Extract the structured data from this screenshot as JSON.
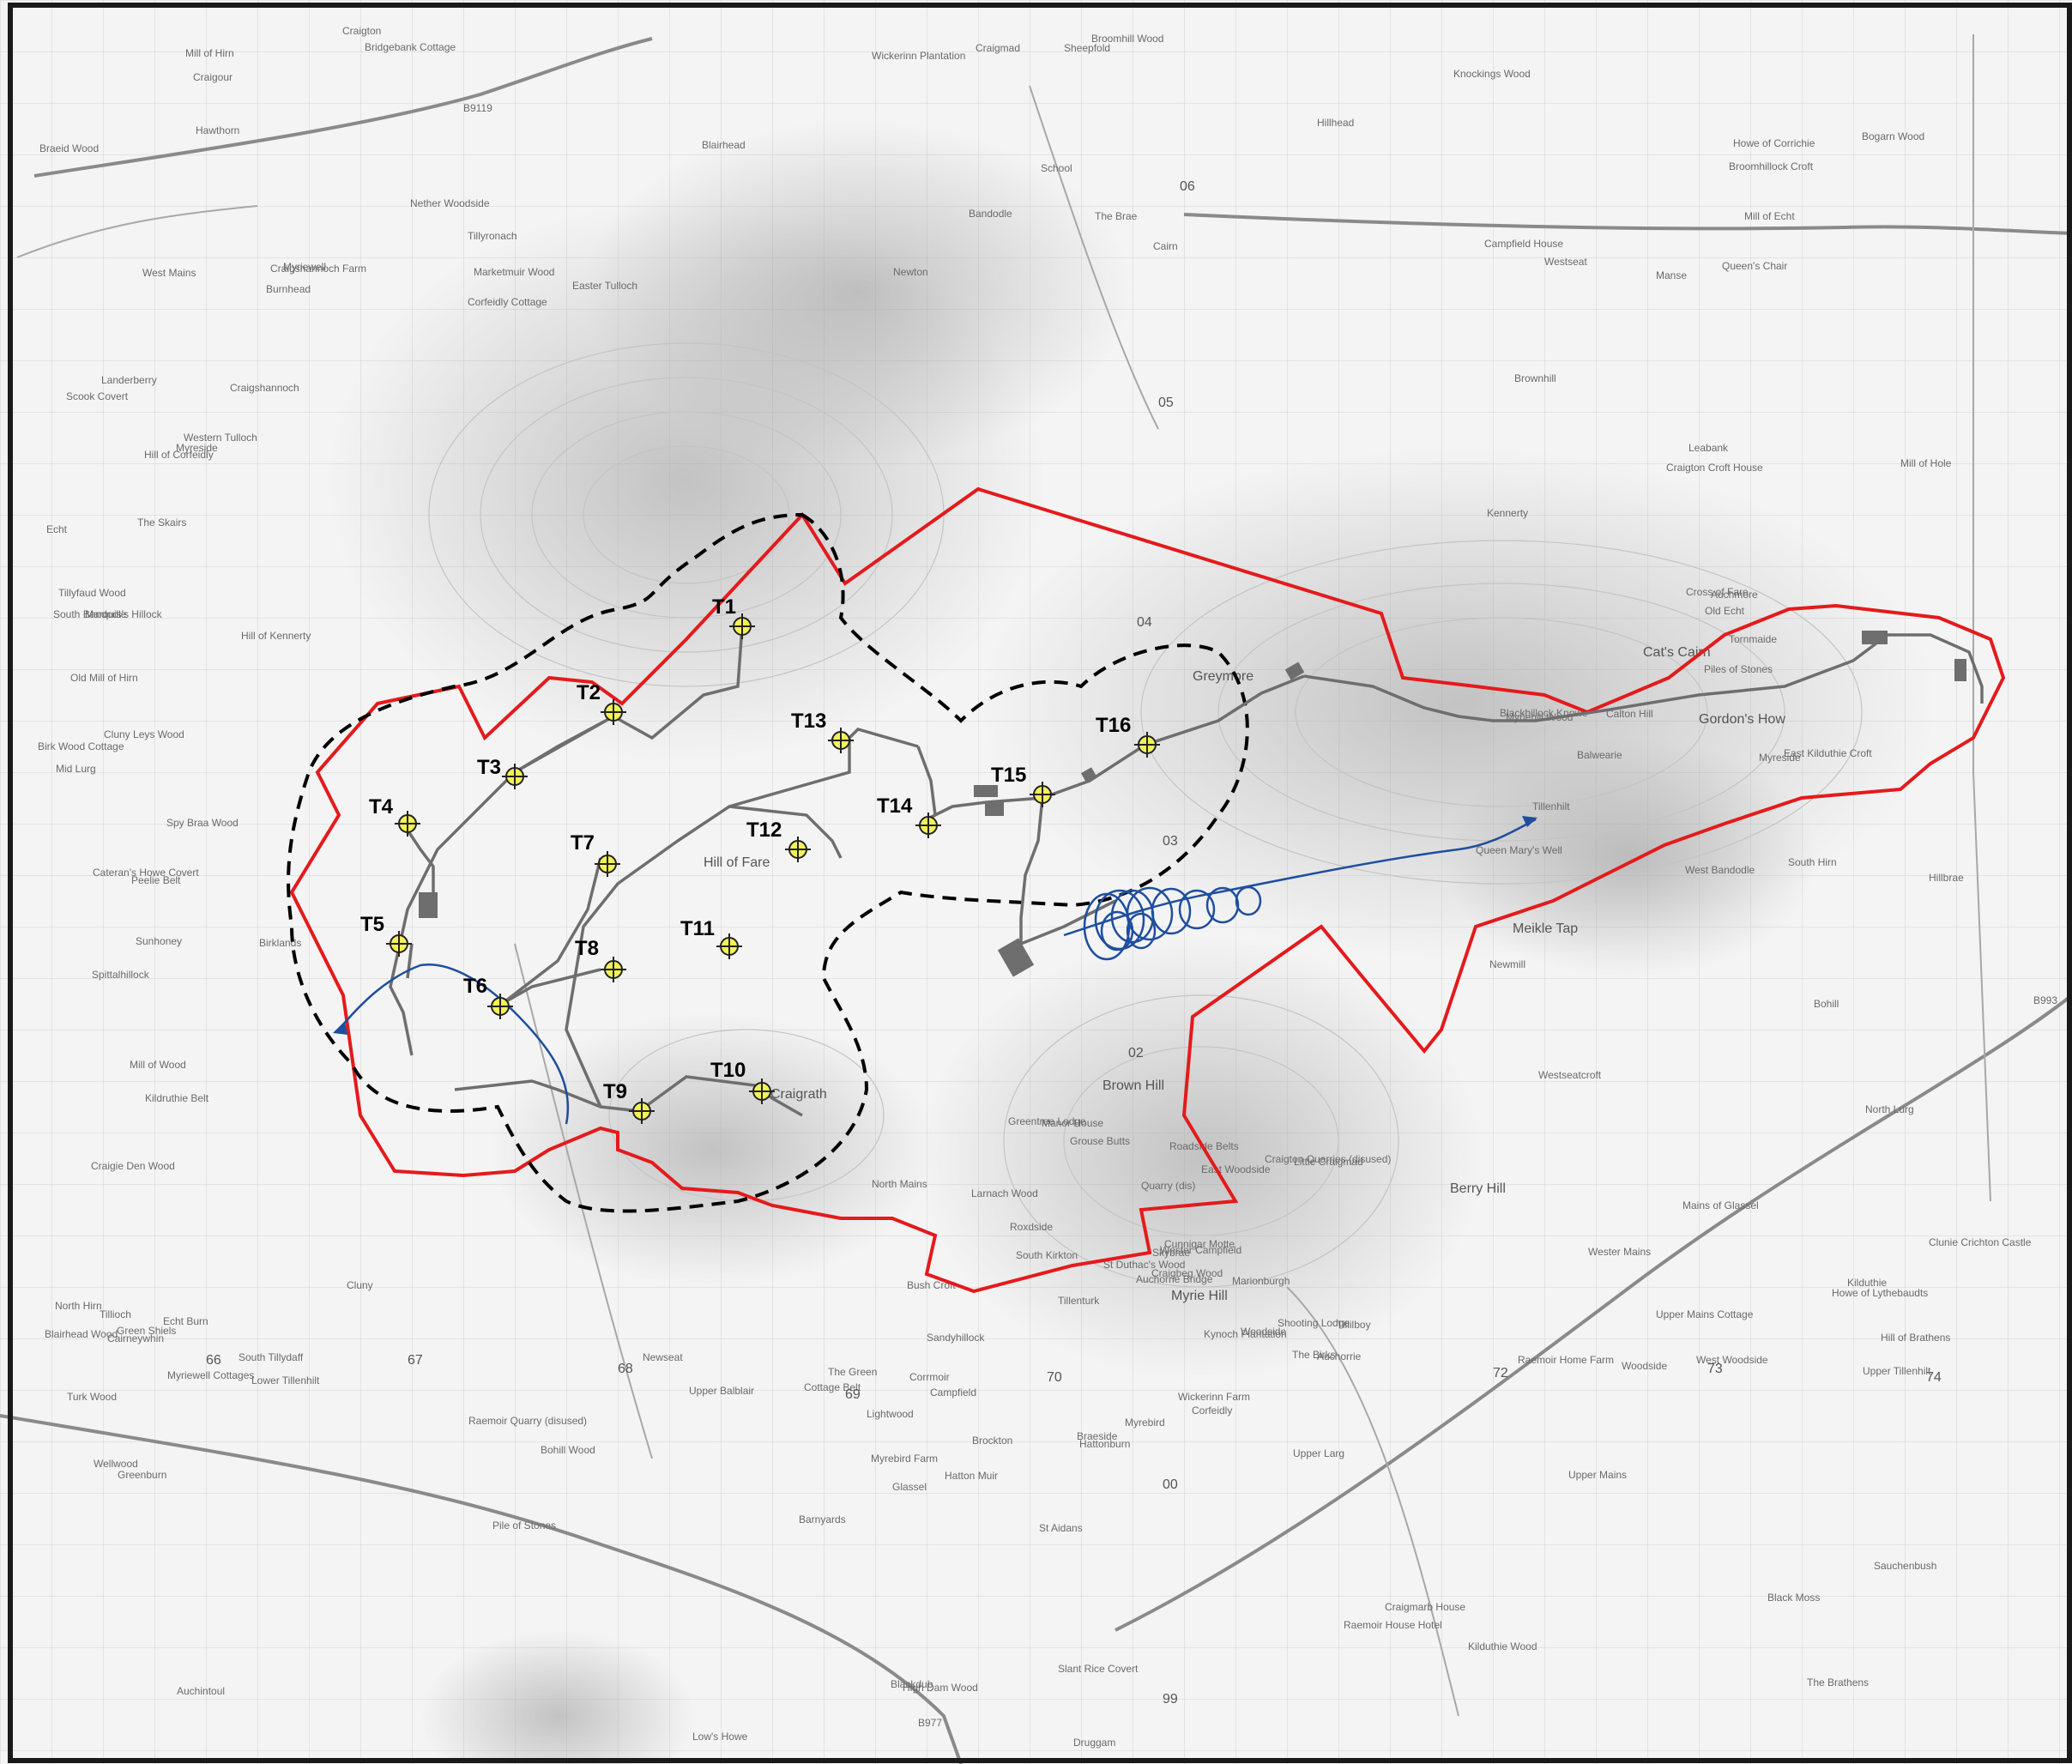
{
  "colors": {
    "site_boundary": "#e41a1c",
    "buffer": "#000000",
    "turbine_fill": "#f2f25a",
    "track": "#6e6e6e",
    "watercourse": "#1f4e9e",
    "compound": "#6e6e6e"
  },
  "turbines": [
    {
      "label": "T1"
    },
    {
      "label": "T2"
    },
    {
      "label": "T3"
    },
    {
      "label": "T4"
    },
    {
      "label": "T5"
    },
    {
      "label": "T6"
    },
    {
      "label": "T7"
    },
    {
      "label": "T8"
    },
    {
      "label": "T9"
    },
    {
      "label": "T10"
    },
    {
      "label": "T11"
    },
    {
      "label": "T12"
    },
    {
      "label": "T13"
    },
    {
      "label": "T14"
    },
    {
      "label": "T15"
    },
    {
      "label": "T16"
    }
  ],
  "hill_names": [
    "Hill of Fare",
    "Brown Hill",
    "Berry Hill",
    "Myrie Hill",
    "Meikle Tap",
    "Cat's Cairn",
    "Gordon's How",
    "Greymore",
    "Craigrath"
  ],
  "place_names": [
    "Bandodle",
    "South Bandodle",
    "West Bandodle",
    "Auchintoul",
    "Skybrae",
    "Easter Tulloch",
    "Western Tulloch",
    "Auchmore",
    "Auchorrie",
    "Auchorrie Bridge",
    "Bridgebank Cottage",
    "Lower Tillenhilt",
    "Tillenhilt",
    "Upper Tillenhilt",
    "Tillenturk",
    "Hillhead",
    "Turk Wood",
    "Cross of Fare",
    "Braeside",
    "Corrmoir",
    "Blairhead",
    "Blairhead Wood",
    "Wester Mains",
    "Campfield",
    "Wester Campfield",
    "Campfield House",
    "Tillyfaud Wood",
    "Leabank",
    "Greenburn",
    "Kynoch Plantation",
    "Bogarn Wood",
    "Peelie Belt",
    "Mains of Glassel",
    "Glassel",
    "Larnach Wood",
    "Knockings Wood",
    "Craigie Den Wood",
    "Hill of Brathens",
    "The Brathens",
    "Woodside",
    "Broomhill Wood",
    "Cluny Leys Wood",
    "Balwearie",
    "Raemoir House Hotel",
    "Brockton",
    "Braeid Wood",
    "Spy Braa Wood",
    "Raemoir Home Farm",
    "High Dam Wood",
    "Craigbeg Wood",
    "Burnhead",
    "Hill of Kennerty",
    "Kennerty",
    "Craigmarb House",
    "Corfeidly",
    "Corfeidly Cottage",
    "Scook Covert",
    "Brownhill",
    "Slant Rice Covert",
    "Little Craigmad",
    "Craigmad",
    "Cateran's Howe Covert",
    "Myriehill Wood",
    "Raemoir Quarry (disused)",
    "Craigton Quarries (disused)",
    "Craigton",
    "Myreside",
    "Craigton Croft House",
    "Hatton Muir",
    "The Green",
    "Newton",
    "Cairneywhin",
    "Bohill",
    "Bohill Wood",
    "Lightwood",
    "Mill of Hirn",
    "Old Mill of Hirn",
    "Newmill",
    "Myrebird Farm",
    "Myrebird",
    "School",
    "North Hirn",
    "South Hirn",
    "Black Moss",
    "Hattonburn",
    "Broomhillock Croft",
    "Kildruthie Belt",
    "Kilduthie",
    "Druggam",
    "Wickerinn Farm",
    "Wickerinn Plantation",
    "Birklands",
    "East Kilduthie Croft",
    "Kilduthie Wood",
    "St Duthac's Wood",
    "Queen's Chair",
    "Birk Wood Cottage",
    "West Woodside",
    "The Birks",
    "East Woodside",
    "Nether Woodside",
    "Landerberry",
    "Hillbrae",
    "Wellwood",
    "Sandyhillock",
    "Marketmuir Wood",
    "Tillioch",
    "Myreside",
    "Woodside",
    "South Kirkton",
    "Mill of Echt",
    "Echt",
    "Old Echt",
    "Barnyards",
    "Greentree Lodge",
    "West Mains",
    "Sunhoney",
    "Mill of Hole",
    "Cottage Belt",
    "Manor House",
    "Craigshannoch Farm",
    "Craigshannoch",
    "Tornmaide",
    "Upper Balblair",
    "Marionburgh",
    "Tillyronach",
    "South Tillydaff",
    "Upper Mains Cottage",
    "Upper Mains",
    "North Mains",
    "Myriewell",
    "Myriewell Cottages",
    "Calton Hill",
    "Newseat",
    "Tillilboy",
    "Westseat",
    "Spittalhillock",
    "Westseatcroft",
    "Sauchenbush",
    "Roxdside",
    "The Brae",
    "Mid Lurg",
    "North Lurg",
    "St Aidans",
    "Cunnigar Motte",
    "Craigour",
    "Green Shiels",
    "Howe of Lythebaudts",
    "Blackdub",
    "Grouse Butts",
    "Howe of Corrichie",
    "Marquis's Hillock",
    "Blackhillock Knowe",
    "Low's Howe",
    "Shooting Lodge",
    "Sheepfold",
    "The Skairs",
    "Piles of Stones",
    "Pile of Stones",
    "Quarry (dis)",
    "Cairn",
    "Hill of Corfeidly",
    "Queen Mary's Well",
    "Bush Croft",
    "Roadside Belts",
    "Hawthorn",
    "Mill of Wood",
    "Clunie Crichton Castle",
    "Cluny",
    "Upper Larg",
    "Manse",
    "Echt Burn"
  ],
  "grid_numbers": [
    "06",
    "05",
    "04",
    "03",
    "02",
    "00",
    "99",
    "66",
    "67",
    "68",
    "69",
    "70",
    "72",
    "73",
    "74"
  ],
  "road_numbers": [
    "B9119",
    "B977",
    "B993"
  ]
}
